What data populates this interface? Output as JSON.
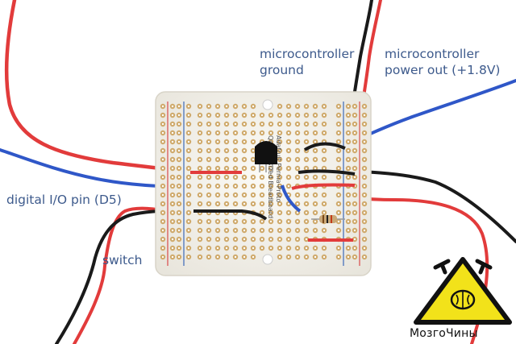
{
  "labels": {
    "microcontroller_ground": [
      "microcontroller",
      "ground"
    ],
    "microcontroller_power_out": [
      "microcontroller",
      "power out (+1.8V)"
    ],
    "digital_io_pin": "digital I/O pin (D5)",
    "switch": "switch"
  },
  "board": {
    "silkscreen_lines": [
      "Adafruit Perma-Proto",
      "Quarter-sized Breadboard"
    ]
  },
  "watermark": {
    "text": "МозгоЧины",
    "icon": "warning-triangle-brain-wrenches-icon"
  },
  "colors": {
    "label_text": "#3d5a8c",
    "board": "#f4f2ec",
    "pad": "#cfa96a",
    "rail_red": "#d94a4a",
    "rail_blue": "#3b68b8",
    "wire_red": "#e23b3b",
    "wire_black": "#1a1a1a",
    "wire_blue": "#2f57c8",
    "watermark_yellow": "#f2e21a"
  }
}
